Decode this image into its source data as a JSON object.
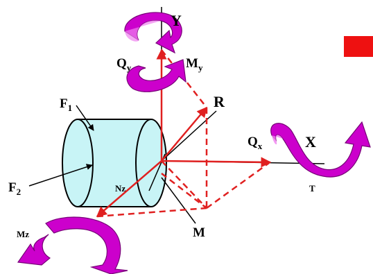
{
  "labels": {
    "y_axis": "Y",
    "x_axis": "X",
    "q_y": "Q",
    "q_y_sub": "y",
    "m_y": "M",
    "m_y_sub": "y",
    "r": "R",
    "f1": "F",
    "f1_sub": "1",
    "f2": "F",
    "f2_sub": "2",
    "q_x": "Q",
    "q_x_sub": "x",
    "n_z": "Nz",
    "t": "T",
    "m_z": "Mz",
    "m": "M"
  },
  "colors": {
    "force_vector": "#e02020",
    "moment_arrow": "#cc00cc",
    "moment_arrow_light": "#f080f0",
    "cylinder_fill": "#c8f4f6",
    "red_square": "#ee1111",
    "line": "#000000"
  }
}
